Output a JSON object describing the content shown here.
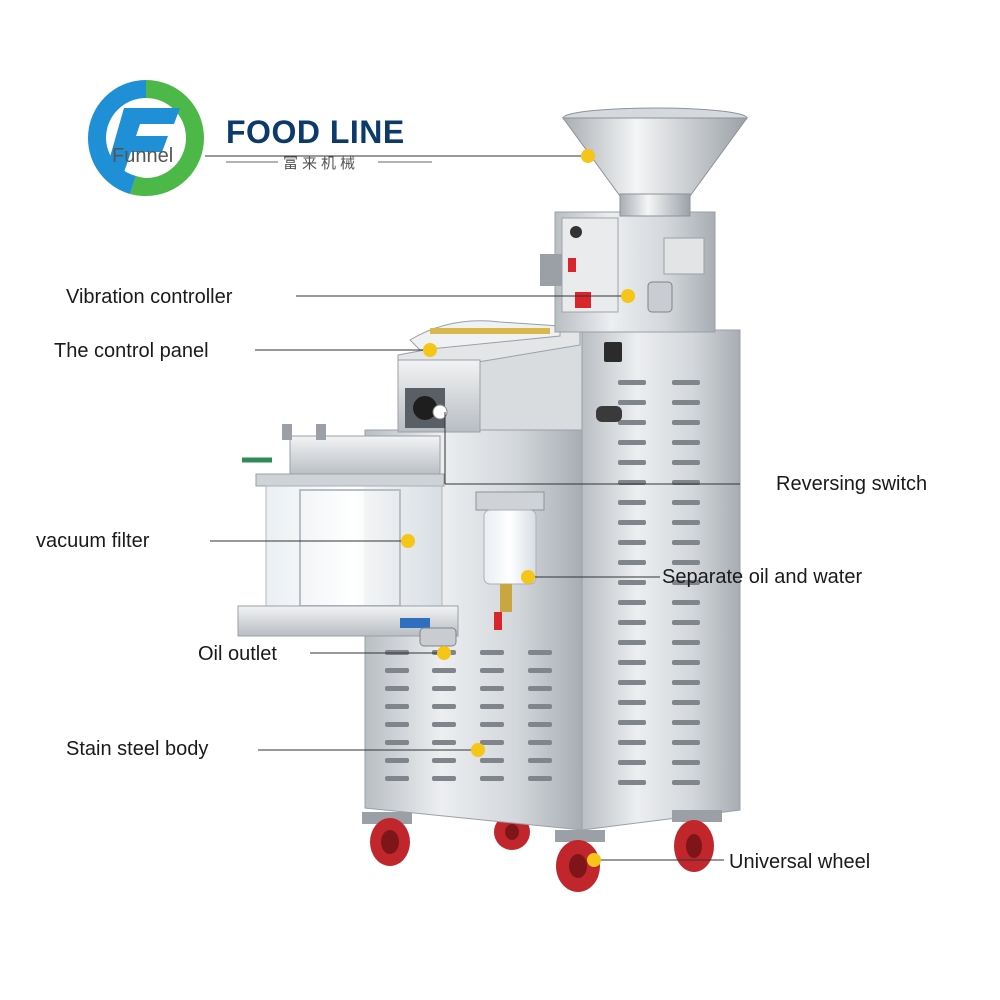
{
  "brand": {
    "logo_letter": "F",
    "name": "FOOD LINE",
    "subtitle": "富来机械",
    "colors": {
      "green": "#4cb848",
      "blue": "#1f8fd6",
      "navy": "#0b3a6b"
    }
  },
  "callouts": {
    "funnel": "Funnel",
    "vibration_controller": "Vibration controller",
    "control_panel": "The control panel",
    "reversing_switch": "Reversing switch",
    "vacuum_filter": "vacuum filter",
    "separate_oil_water": "Separate oil and water",
    "oil_outlet": "Oil outlet",
    "stain_steel_body": "Stain steel body",
    "universal_wheel": "Universal wheel"
  },
  "colors": {
    "steel_light": "#e6e8ea",
    "steel_mid": "#c9cdd1",
    "steel_dark": "#8d9399",
    "marker": "#f5c518",
    "wheel_red": "#c0262c",
    "line": "#333333"
  },
  "icons": [
    "logo-mark",
    "marker-dot"
  ]
}
